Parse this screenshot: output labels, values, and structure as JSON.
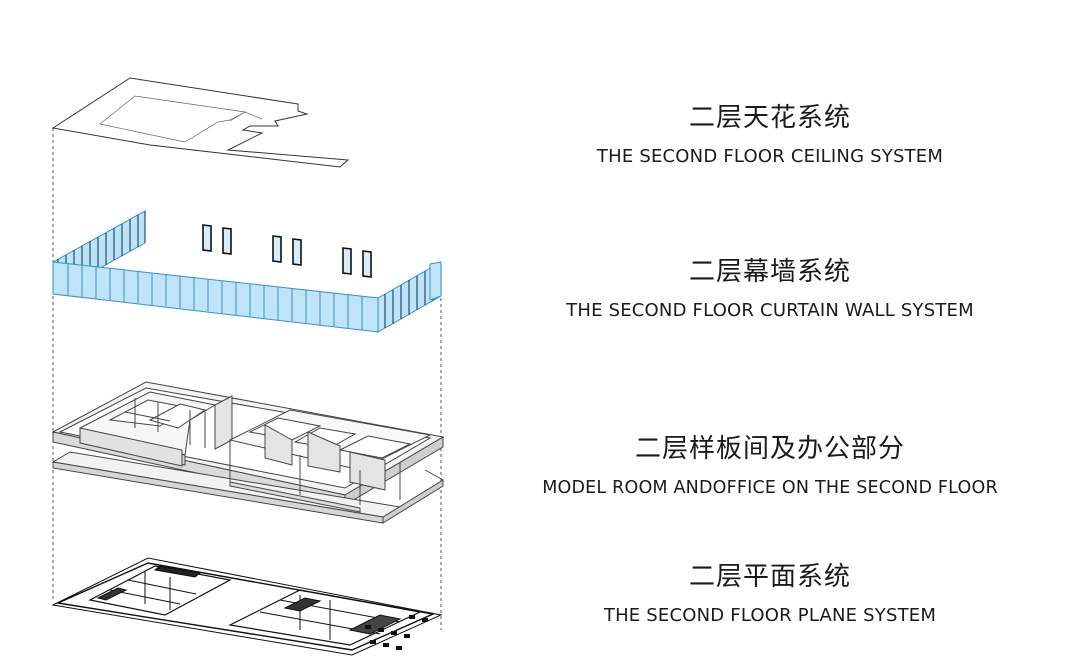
{
  "layers": [
    {
      "id": "ceiling",
      "title_cn": "二层天花系统",
      "title_en": "THE SECOND FLOOR CEILING SYSTEM"
    },
    {
      "id": "curtain-wall",
      "title_cn": "二层幕墙系统",
      "title_en": "THE SECOND FLOOR CURTAIN WALL SYSTEM"
    },
    {
      "id": "model-room",
      "title_cn": "二层样板间及办公部分",
      "title_en": "MODEL ROOM ANDOFFICE ON THE SECOND FLOOR"
    },
    {
      "id": "plane",
      "title_cn": "二层平面系统",
      "title_en": "THE SECOND FLOOR PLANE SYSTEM"
    }
  ],
  "colors": {
    "glass_fill": "#bfe4f7",
    "glass_stroke": "#3a8fc4",
    "wall_fill": "#e6e6e6",
    "line": "#222222",
    "guide": "#555555"
  }
}
